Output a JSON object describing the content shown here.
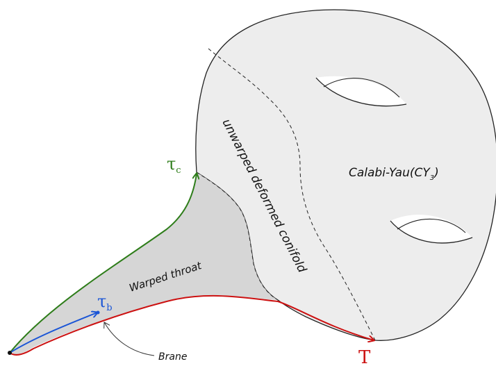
{
  "labels": {
    "calabi_yau": "Calabi-Yau",
    "calabi_yau_cy": "(CY",
    "calabi_yau_sub": "3",
    "calabi_yau_close": ")",
    "conifold": "unwarped deformed conifold",
    "throat": "Warped throat",
    "brane": "Brane",
    "tau_c": "τ",
    "tau_c_sub": "c",
    "tau_b": "τ",
    "tau_b_sub": "b",
    "big_t": "T"
  },
  "colors": {
    "manifold_fill": "#ededed",
    "throat_fill": "#d6d6d6",
    "hole_fill": "#ffffff",
    "outline": "#222222",
    "tau_c_curve": "#2e7d1a",
    "tau_b_curve": "#1a55d6",
    "big_t_curve": "#cc1111"
  }
}
